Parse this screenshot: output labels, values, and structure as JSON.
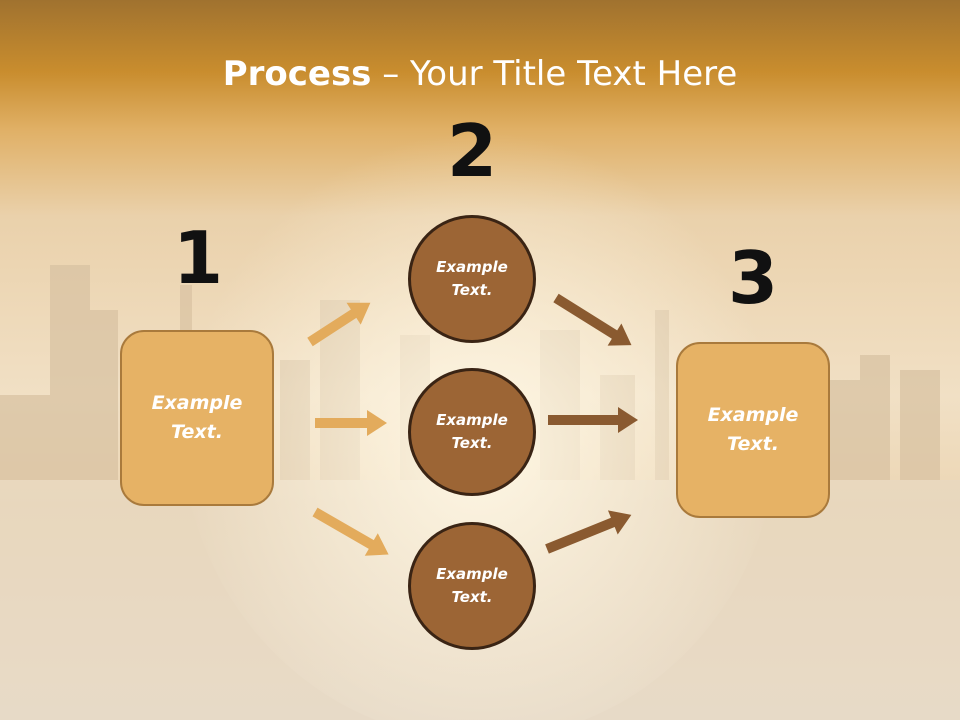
{
  "title": {
    "bold": "Process",
    "rest": " – Your Title Text Here"
  },
  "steps": [
    {
      "number": "1"
    },
    {
      "number": "2"
    },
    {
      "number": "3"
    }
  ],
  "left_box": {
    "line1": "Example",
    "line2": "Text."
  },
  "right_box": {
    "line1": "Example",
    "line2": "Text."
  },
  "circles": [
    {
      "line1": "Example",
      "line2": "Text."
    },
    {
      "line1": "Example",
      "line2": "Text."
    },
    {
      "line1": "Example",
      "line2": "Text."
    }
  ],
  "colors": {
    "box_fill": "#e6b265",
    "circle_fill": "#9c6535",
    "arrow_light": "#e3ab5c",
    "arrow_dark": "#8a5a30",
    "header": "#c98d2e"
  }
}
